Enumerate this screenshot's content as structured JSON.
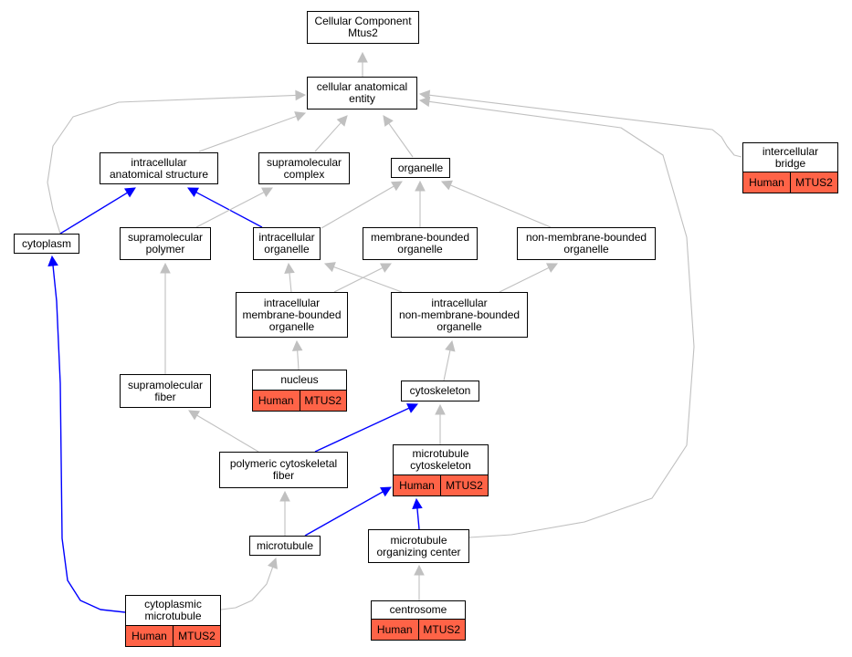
{
  "colors": {
    "gray_edge": "#c0c0c0",
    "blue_edge": "#0000ff",
    "annotation_fill": "#ff6347",
    "node_border": "#000000",
    "node_fill": "#ffffff"
  },
  "nodes": {
    "root": {
      "label": "Cellular Component\nMtus2"
    },
    "cellular_anatomical_entity": {
      "label": "cellular anatomical\nentity"
    },
    "intracellular_anatomical_structure": {
      "label": "intracellular\nanatomical structure"
    },
    "supramolecular_complex": {
      "label": "supramolecular\ncomplex"
    },
    "organelle": {
      "label": "organelle"
    },
    "intercellular_bridge": {
      "label": "intercellular\nbridge",
      "species": "Human",
      "gene": "MTUS2"
    },
    "cytoplasm": {
      "label": "cytoplasm"
    },
    "supramolecular_polymer": {
      "label": "supramolecular\npolymer"
    },
    "intracellular_organelle": {
      "label": "intracellular\norganelle"
    },
    "membrane_bounded_organelle": {
      "label": "membrane-bounded\norganelle"
    },
    "non_membrane_bounded_organelle": {
      "label": "non-membrane-bounded\norganelle"
    },
    "intracellular_membrane_bounded_organelle": {
      "label": "intracellular\nmembrane-bounded\norganelle"
    },
    "intracellular_non_membrane_bounded_organelle": {
      "label": "intracellular\nnon-membrane-bounded\norganelle"
    },
    "nucleus": {
      "label": "nucleus",
      "species": "Human",
      "gene": "MTUS2"
    },
    "supramolecular_fiber": {
      "label": "supramolecular\nfiber"
    },
    "cytoskeleton": {
      "label": "cytoskeleton"
    },
    "polymeric_cytoskeletal_fiber": {
      "label": "polymeric cytoskeletal\nfiber"
    },
    "microtubule_cytoskeleton": {
      "label": "microtubule\ncytoskeleton",
      "species": "Human",
      "gene": "MTUS2"
    },
    "microtubule": {
      "label": "microtubule"
    },
    "microtubule_organizing_center": {
      "label": "microtubule\norganizing center"
    },
    "cytoplasmic_microtubule": {
      "label": "cytoplasmic\nmicrotubule",
      "species": "Human",
      "gene": "MTUS2"
    },
    "centrosome": {
      "label": "centrosome",
      "species": "Human",
      "gene": "MTUS2"
    }
  },
  "edges": [
    {
      "from": "cellular_anatomical_entity",
      "to": "root",
      "relation": "is_a"
    },
    {
      "from": "intracellular_anatomical_structure",
      "to": "cellular_anatomical_entity",
      "relation": "is_a"
    },
    {
      "from": "supramolecular_complex",
      "to": "cellular_anatomical_entity",
      "relation": "is_a"
    },
    {
      "from": "organelle",
      "to": "cellular_anatomical_entity",
      "relation": "is_a"
    },
    {
      "from": "intercellular_bridge",
      "to": "cellular_anatomical_entity",
      "relation": "is_a"
    },
    {
      "from": "cytoplasm",
      "to": "cellular_anatomical_entity",
      "relation": "is_a"
    },
    {
      "from": "cytoplasm",
      "to": "intracellular_anatomical_structure",
      "relation": "part_of"
    },
    {
      "from": "intracellular_organelle",
      "to": "intracellular_anatomical_structure",
      "relation": "part_of"
    },
    {
      "from": "supramolecular_polymer",
      "to": "supramolecular_complex",
      "relation": "is_a"
    },
    {
      "from": "intracellular_organelle",
      "to": "organelle",
      "relation": "is_a"
    },
    {
      "from": "membrane_bounded_organelle",
      "to": "organelle",
      "relation": "is_a"
    },
    {
      "from": "non_membrane_bounded_organelle",
      "to": "organelle",
      "relation": "is_a"
    },
    {
      "from": "intracellular_membrane_bounded_organelle",
      "to": "intracellular_organelle",
      "relation": "is_a"
    },
    {
      "from": "intracellular_membrane_bounded_organelle",
      "to": "membrane_bounded_organelle",
      "relation": "is_a"
    },
    {
      "from": "intracellular_non_membrane_bounded_organelle",
      "to": "intracellular_organelle",
      "relation": "is_a"
    },
    {
      "from": "intracellular_non_membrane_bounded_organelle",
      "to": "non_membrane_bounded_organelle",
      "relation": "is_a"
    },
    {
      "from": "nucleus",
      "to": "intracellular_membrane_bounded_organelle",
      "relation": "is_a"
    },
    {
      "from": "supramolecular_fiber",
      "to": "supramolecular_polymer",
      "relation": "is_a"
    },
    {
      "from": "cytoskeleton",
      "to": "intracellular_non_membrane_bounded_organelle",
      "relation": "is_a"
    },
    {
      "from": "polymeric_cytoskeletal_fiber",
      "to": "supramolecular_fiber",
      "relation": "is_a"
    },
    {
      "from": "polymeric_cytoskeletal_fiber",
      "to": "cytoskeleton",
      "relation": "part_of"
    },
    {
      "from": "microtubule_cytoskeleton",
      "to": "cytoskeleton",
      "relation": "is_a"
    },
    {
      "from": "microtubule",
      "to": "polymeric_cytoskeletal_fiber",
      "relation": "is_a"
    },
    {
      "from": "microtubule",
      "to": "microtubule_cytoskeleton",
      "relation": "part_of"
    },
    {
      "from": "microtubule_organizing_center",
      "to": "microtubule_cytoskeleton",
      "relation": "part_of"
    },
    {
      "from": "microtubule_organizing_center",
      "to": "cellular_anatomical_entity",
      "relation": "is_a"
    },
    {
      "from": "cytoplasmic_microtubule",
      "to": "microtubule",
      "relation": "is_a"
    },
    {
      "from": "cytoplasmic_microtubule",
      "to": "cytoplasm",
      "relation": "part_of"
    },
    {
      "from": "centrosome",
      "to": "microtubule_organizing_center",
      "relation": "is_a"
    }
  ]
}
